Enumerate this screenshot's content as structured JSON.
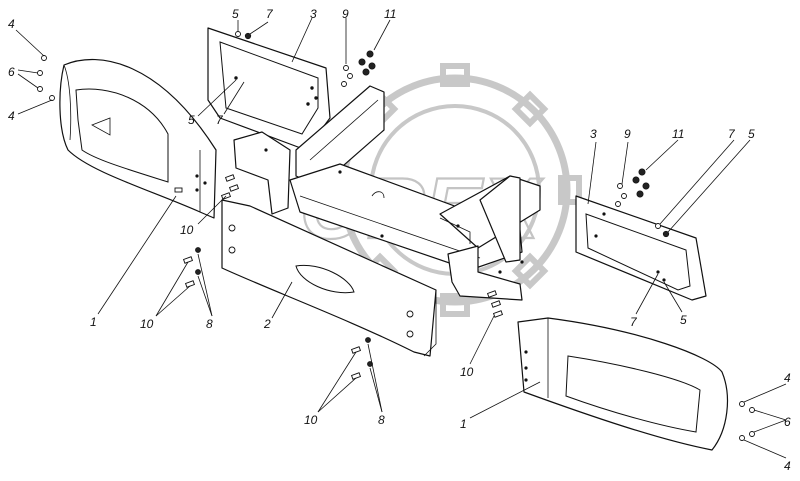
{
  "watermark": {
    "text": "ОРЕХ"
  },
  "callouts": [
    {
      "id": "c4a",
      "text": "4"
    },
    {
      "id": "c6a",
      "text": "6"
    },
    {
      "id": "c4b",
      "text": "4"
    },
    {
      "id": "c5a",
      "text": "5"
    },
    {
      "id": "c7a",
      "text": "7"
    },
    {
      "id": "c3a",
      "text": "3"
    },
    {
      "id": "c9a",
      "text": "9"
    },
    {
      "id": "c11a",
      "text": "11"
    },
    {
      "id": "c5b",
      "text": "5"
    },
    {
      "id": "c7b",
      "text": "7"
    },
    {
      "id": "c10a",
      "text": "10"
    },
    {
      "id": "c1a",
      "text": "1"
    },
    {
      "id": "c10b",
      "text": "10"
    },
    {
      "id": "c8a",
      "text": "8"
    },
    {
      "id": "c2",
      "text": "2"
    },
    {
      "id": "c10c",
      "text": "10"
    },
    {
      "id": "c8b",
      "text": "8"
    },
    {
      "id": "c3b",
      "text": "3"
    },
    {
      "id": "c9b",
      "text": "9"
    },
    {
      "id": "c11b",
      "text": "11"
    },
    {
      "id": "c7c",
      "text": "7"
    },
    {
      "id": "c5c",
      "text": "5"
    },
    {
      "id": "c7d",
      "text": "7"
    },
    {
      "id": "c5d",
      "text": "5"
    },
    {
      "id": "c10d",
      "text": "10"
    },
    {
      "id": "c1b",
      "text": "1"
    },
    {
      "id": "c4c",
      "text": "4"
    },
    {
      "id": "c6b",
      "text": "6"
    },
    {
      "id": "c4d",
      "text": "4"
    }
  ]
}
